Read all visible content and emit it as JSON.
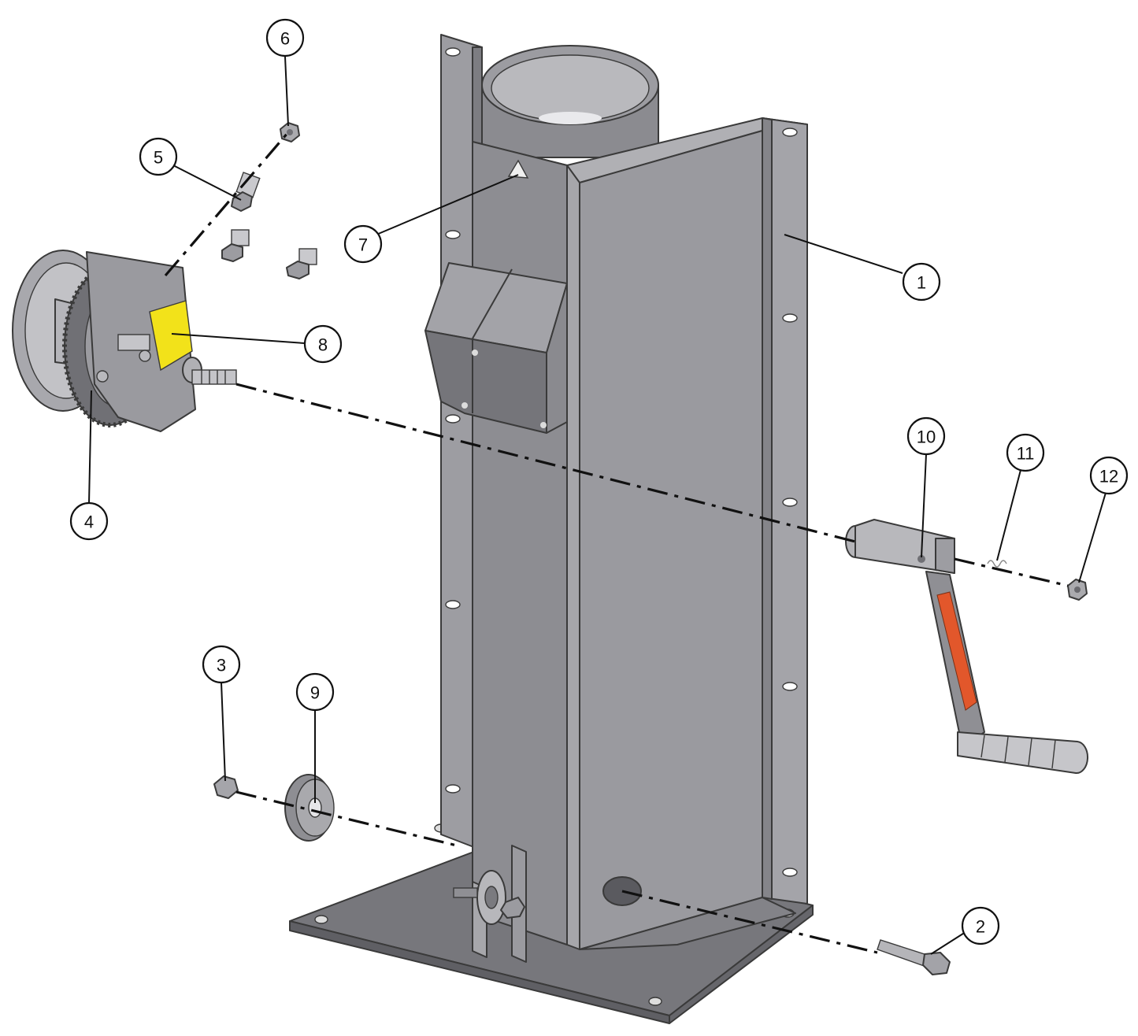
{
  "diagram": {
    "callouts": [
      {
        "id": "c1",
        "label": "1"
      },
      {
        "id": "c2",
        "label": "2"
      },
      {
        "id": "c3",
        "label": "3"
      },
      {
        "id": "c4",
        "label": "4"
      },
      {
        "id": "c5",
        "label": "5"
      },
      {
        "id": "c6",
        "label": "6"
      },
      {
        "id": "c7",
        "label": "7"
      },
      {
        "id": "c8",
        "label": "8"
      },
      {
        "id": "c9",
        "label": "9"
      },
      {
        "id": "c10",
        "label": "10"
      },
      {
        "id": "c11",
        "label": "11"
      },
      {
        "id": "c12",
        "label": "12"
      }
    ],
    "colors": {
      "steel_light": "#a9a9ad",
      "steel_mid": "#8e8e93",
      "steel_dark": "#6f6f74",
      "warning_label": "#f2e21a",
      "grip_stripe": "#e2572b",
      "line": "#111111"
    }
  }
}
